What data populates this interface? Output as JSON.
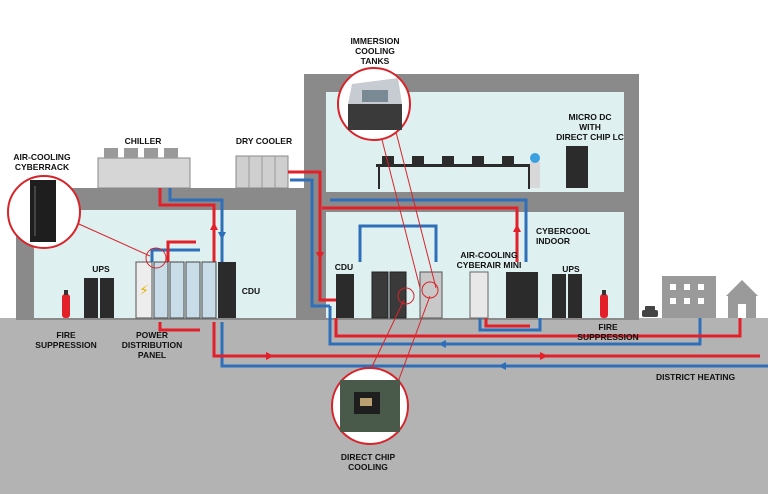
{
  "labels": {
    "immersion_cooling_tanks": "IMMERSION\nCOOLING\nTANKS",
    "chiller": "CHILLER",
    "dry_cooler": "DRY COOLER",
    "micro_dc": "MICRO DC\nWITH\nDIRECT CHIP LC",
    "air_cooling_cyberrack": "AIR-COOLING\nCYBERRACK",
    "ups_left": "UPS",
    "cdu_left": "CDU",
    "cdu_center": "CDU",
    "air_cooling_cyberair_mini": "AIR-COOLING\nCYBERAIR MINI",
    "cybercool_indoor": "CYBERCOOL\nINDOOR",
    "ups_right": "UPS",
    "fire_suppression_left": "FIRE\nSUPPRESSION",
    "power_distribution_panel": "POWER\nDISTRIBUTION\nPANEL",
    "fire_suppression_right": "FIRE\nSUPPRESSION",
    "district_heating": "DISTRICT HEATING",
    "direct_chip_cooling": "DIRECT CHIP\nCOOLING"
  },
  "colors": {
    "hot_pipe": "#e3202a",
    "cold_pipe": "#2f6fba",
    "wall": "#8a8a8a",
    "room": "#dff0f0",
    "ground": "#b3b3b3",
    "callout": "#d7242b"
  }
}
